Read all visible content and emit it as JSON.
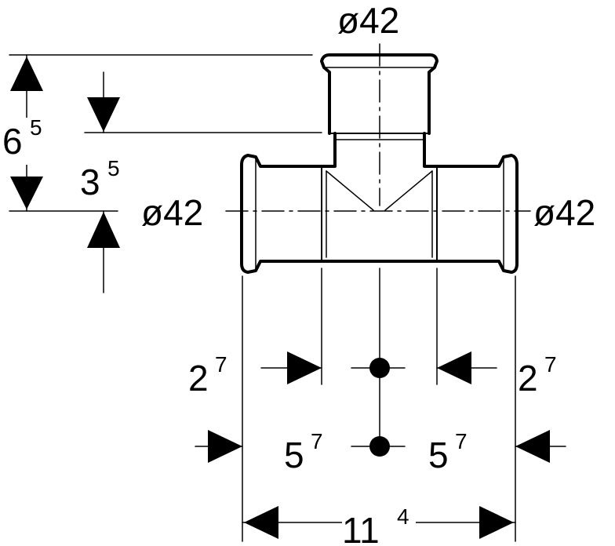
{
  "diagram": {
    "dimensions": {
      "top_diameter": "ø42",
      "left_diameter": "ø42",
      "right_diameter": "ø42",
      "overall_height": {
        "base": "6",
        "sup": "5"
      },
      "branch_offset": {
        "base": "3",
        "sup": "5"
      },
      "socket_depth_left": {
        "base": "2",
        "sup": "7"
      },
      "socket_depth_right": {
        "base": "2",
        "sup": "7"
      },
      "half_length_left": {
        "base": "5",
        "sup": "7"
      },
      "half_length_right": {
        "base": "5",
        "sup": "7"
      },
      "overall_length": {
        "base": "11",
        "sup": "4"
      }
    },
    "colors": {
      "line": "#000000",
      "background": "#ffffff"
    }
  }
}
